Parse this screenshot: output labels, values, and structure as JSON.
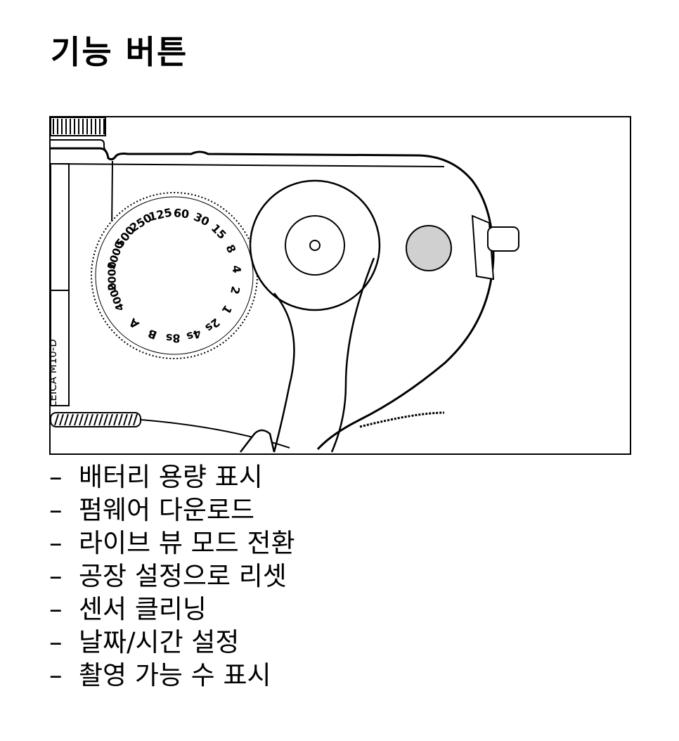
{
  "page": {
    "title": "기능 버튼"
  },
  "figure": {
    "dial_labels": [
      "4000",
      "2000",
      "1000",
      "500",
      "250",
      "125",
      "60",
      "30",
      "15",
      "8",
      "4",
      "2",
      "1",
      "2s",
      "4s",
      "8s",
      "B",
      "A"
    ],
    "side_label": "LEICA M10-D",
    "highlight_color": "#d0d0d0"
  },
  "functions": {
    "bullet": "–",
    "items": [
      "배터리 용량 표시",
      "펌웨어 다운로드",
      "라이브 뷰 모드 전환",
      "공장 설정으로 리셋",
      "센서 클리닝",
      "날짜/시간 설정",
      "촬영 가능 수 표시"
    ]
  }
}
